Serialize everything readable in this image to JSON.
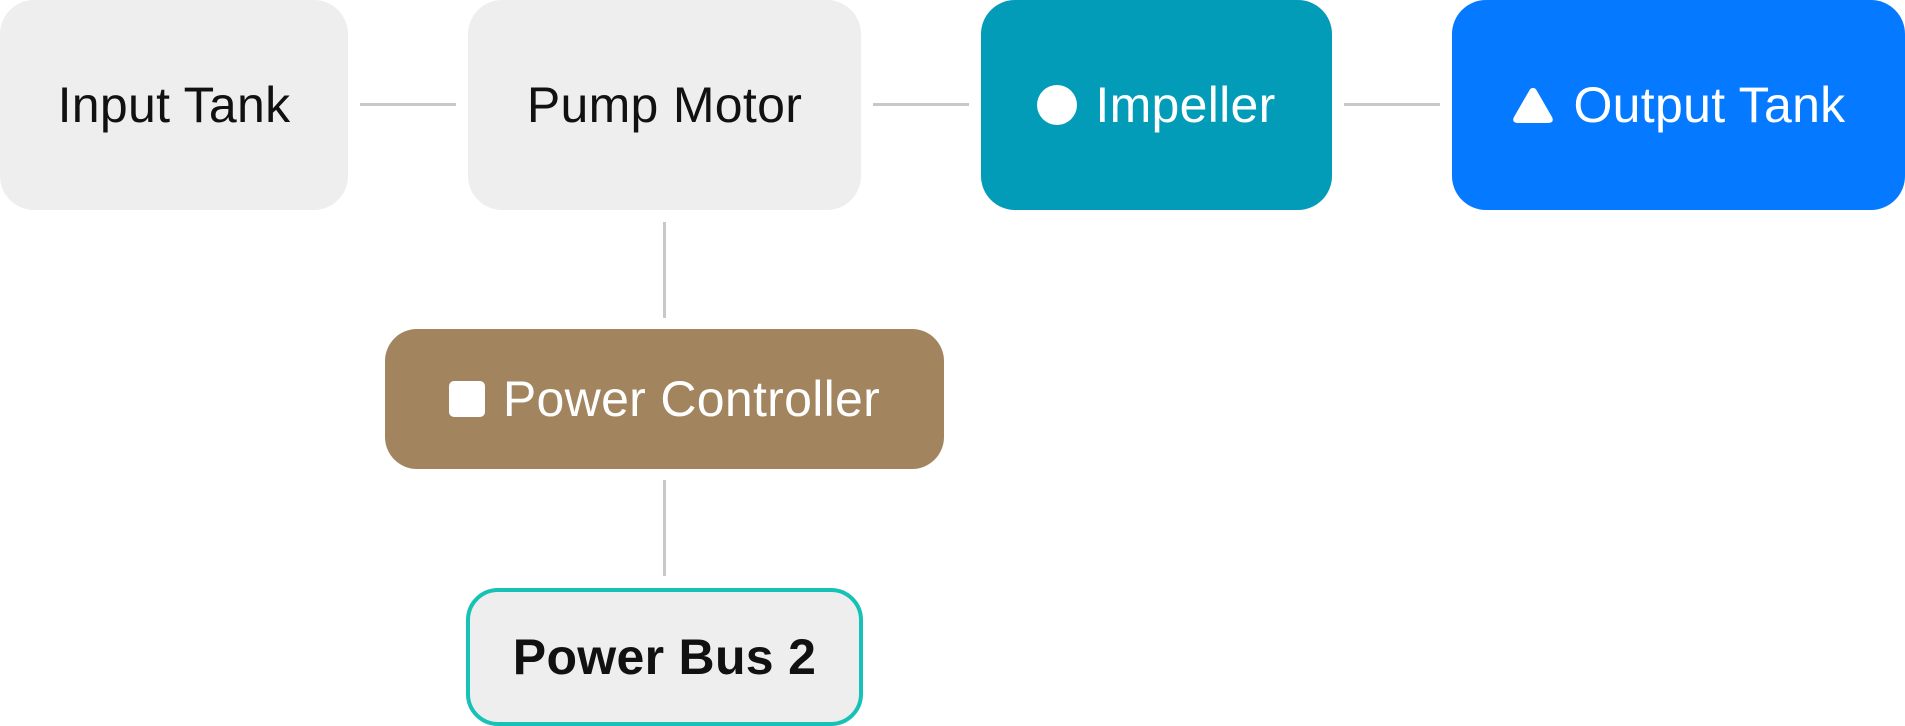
{
  "nodes": {
    "input_tank": {
      "label": "Input Tank"
    },
    "pump_motor": {
      "label": "Pump Motor"
    },
    "impeller": {
      "label": "Impeller",
      "icon": "circle-icon",
      "color": "#029cb8"
    },
    "output_tank": {
      "label": "Output Tank",
      "icon": "triangle-icon",
      "color": "#0579ff"
    },
    "power_controller": {
      "label": "Power Controller",
      "icon": "square-icon",
      "color": "#a2845e"
    },
    "power_bus_2": {
      "label": "Power Bus 2",
      "border_color": "#16c2b6"
    }
  },
  "connector_color": "#c8c8c8"
}
